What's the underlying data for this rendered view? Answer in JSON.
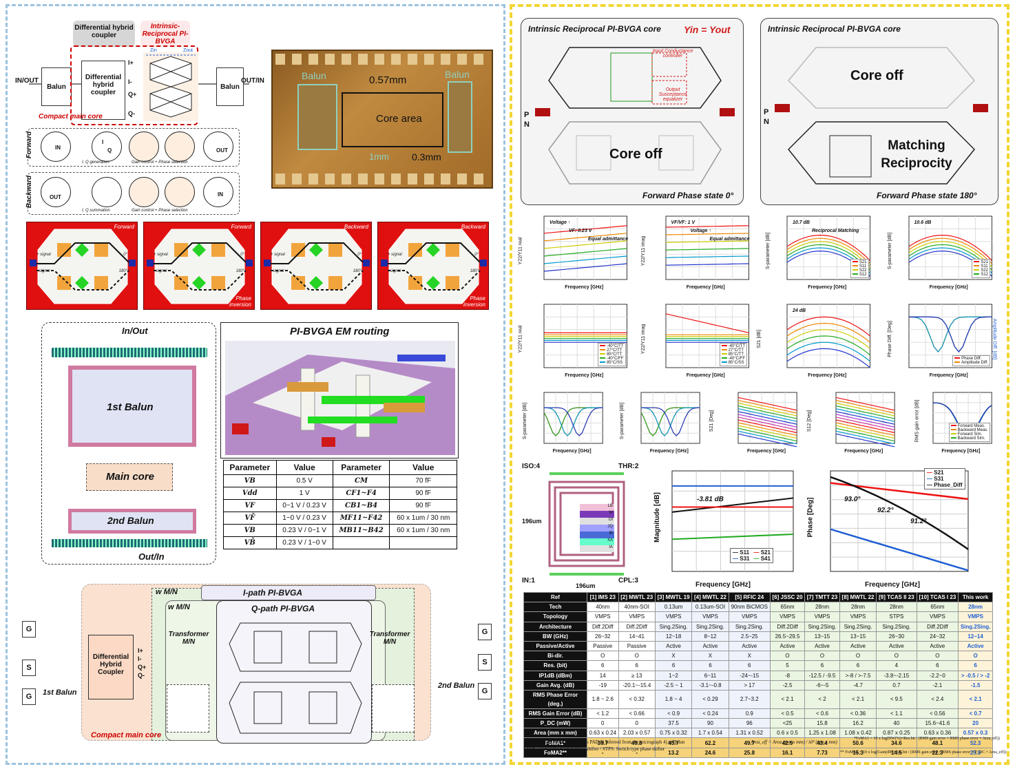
{
  "left": {
    "block": {
      "diff_hybrid_label": "Differential hybrid coupler",
      "intrinsic_label": "Intrinsic-Reciprocal PI-BVGA",
      "in_out": "IN/OUT",
      "out_in": "OUT/IN",
      "balun": "Balun",
      "coupler": "Differential hybrid coupler",
      "compact_main_core": "Compact main core",
      "ports": [
        "I+",
        "I-",
        "Q+",
        "Q-"
      ],
      "zin": "Zin",
      "zout": "Zout",
      "forward": "Forward",
      "backward": "Backward",
      "fwd_caption1": "I, Q generation",
      "fwd_caption2": "Gain control + Phase selection",
      "bwd_caption1": "I, Q summation",
      "bwd_caption2": "Gain control + Phase selection",
      "in": "IN",
      "out": "OUT",
      "i": "I",
      "q": "Q"
    },
    "die": {
      "balun_left": "Balun",
      "balun_right": "Balun",
      "dim_057": "0.57mm",
      "core_area": "Core area",
      "dim_1mm": "1mm",
      "dim_03": "0.3mm"
    },
    "em_states": [
      {
        "tag": "Forward",
        "note": ""
      },
      {
        "tag": "Forward",
        "note": "Phase inversion"
      },
      {
        "tag": "Backward",
        "note": ""
      },
      {
        "tag": "Backward",
        "note": "Phase inversion"
      }
    ],
    "em_pin_labels": [
      "0°",
      "180°",
      "+ signal",
      "- signal"
    ],
    "stack": {
      "in_out": "In/Out",
      "first_balun": "1st Balun",
      "main_core": "Main core",
      "second_balun": "2nd Balun",
      "out_in": "Out/In"
    },
    "em_routing_title": "PI-BVGA EM routing",
    "param_table": {
      "headers": [
        "Parameter",
        "Value",
        "Parameter",
        "Value"
      ],
      "rows": [
        [
          "VB",
          "0.5 V",
          "CM",
          "70 fF"
        ],
        [
          "Vdd",
          "1 V",
          "CF1~F4",
          "90 fF"
        ],
        [
          "VF",
          "0~1 V / 0.23 V",
          "CB1~B4",
          "90 fF"
        ],
        [
          "VF̄",
          "1~0 V / 0.23 V",
          "MF11~F42",
          "60 x 1um / 30 nm"
        ],
        [
          "VB",
          "0.23 V / 0~1 V",
          "MB11~B42",
          "60 x 1um / 30 nm"
        ],
        [
          "VB̄",
          "0.23 V / 1~0 V",
          "",
          ""
        ]
      ]
    },
    "bottom": {
      "w_mn": "w M/N",
      "ipath": "I-path PI-BVGA",
      "qpath": "Q-path PI-BVGA",
      "transformer_mn": "Transformer M/N",
      "coupler": "Differential Hybrid Coupler",
      "first_balun": "1st Balun",
      "second_balun": "2nd Balun",
      "compact_main_core": "Compact main core",
      "g": "G",
      "s": "S",
      "ports": [
        "I+",
        "I-",
        "Q+",
        "Q-"
      ]
    }
  },
  "right": {
    "core_left": {
      "title": "Intrinsic Reciprocal PI-BVGA core",
      "eq": "Yin = Yout",
      "input_ctrl": "Input Conductance controller",
      "output_eq": "Output Susceptance equalizer",
      "core_off": "Core off",
      "state": "Forward Phase state 0°",
      "p": "P",
      "n": "N"
    },
    "core_right": {
      "title": "Intrinsic Reciprocal PI-BVGA core",
      "core_off": "Core off",
      "matching": "Matching Reciprocity",
      "state": "Forward Phase state 180°"
    },
    "charts_row1": [
      {
        "ylabel": "Y22/Y11 real",
        "xlabel": "Frequency [GHz]",
        "notes": [
          "Voltage ↑",
          "VF: 0.23 V",
          "Equal admittance"
        ]
      },
      {
        "ylabel": "Y22/Y11 imag",
        "xlabel": "Frequency [GHz]",
        "notes": [
          "VF/VF: 1 V",
          "Voltage ↑",
          "Equal admittance"
        ]
      },
      {
        "ylabel": "S-parameter [dB]",
        "xlabel": "Frequency [GHz]",
        "notes": [
          "10.7 dB",
          "Reciprocal Matching"
        ],
        "legend": [
          "S21",
          "S11",
          "S22",
          "S12"
        ]
      },
      {
        "ylabel": "S-parameter [dB]",
        "xlabel": "Frequency [GHz]",
        "notes": [
          "10.6 dB"
        ],
        "legend": [
          "S21",
          "S11",
          "S22",
          "S12"
        ]
      }
    ],
    "charts_row2": [
      {
        "ylabel": "Y22/Y11 real",
        "xlabel": "Frequency [GHz]",
        "legend": [
          "-40°C/TT",
          "27°C/TT",
          "85°C/TT",
          "-40°C/FF",
          "85°C/SS"
        ]
      },
      {
        "ylabel": "Y22/Y11 imag",
        "xlabel": "Frequency [GHz]",
        "legend": [
          "-40°C/TT",
          "27°C/TT",
          "85°C/TT",
          "-40°C/FF",
          "85°C/SS"
        ]
      },
      {
        "ylabel": "S21 [dB]",
        "xlabel": "Frequency [GHz]",
        "notes": [
          "24 dB"
        ]
      },
      {
        "ylabel": "Phase Diff. [Deg]",
        "ylabel2": "Amplitude Diff. [dB]",
        "xlabel": "Frequency [GHz]",
        "legend": [
          "Phase Diff.",
          "Amplitude Diff."
        ]
      }
    ],
    "charts_row3": [
      {
        "ylabel": "S-parameter [dB]",
        "xlabel": "Frequency [GHz]"
      },
      {
        "ylabel": "S-parameter [dB]",
        "xlabel": "Frequency [GHz]"
      },
      {
        "ylabel": "S21 [Deg]",
        "xlabel": "Frequency [GHz]"
      },
      {
        "ylabel": "S12 [Deg]",
        "xlabel": "Frequency [GHz]"
      },
      {
        "ylabel": "RMS gain error [dB]",
        "xlabel": "Frequency [GHz]",
        "legend": [
          "Forward Meas.",
          "Backward Meas.",
          "Forward Sim.",
          "Backward Sim."
        ]
      }
    ],
    "coupler_layout": {
      "iso": "ISO:4",
      "thr": "THR:2",
      "in": "IN:1",
      "cpl": "CPL:3",
      "dim_v": "196um",
      "dim_h": "196um",
      "layers": [
        "LB",
        "W",
        "OI",
        "JQ",
        "IB",
        "XA",
        "IA"
      ]
    },
    "mag_chart": {
      "ylabel": "Magnitude [dB]",
      "xlabel": "Frequency [GHz]",
      "note": "-3.81 dB",
      "legend": [
        "S11",
        "S21",
        "S31",
        "S41"
      ]
    },
    "phase_chart": {
      "ylabel": "Phase [Deg]",
      "xlabel": "Frequency [GHz]",
      "notes": [
        "93.0°",
        "92.2°",
        "91.2°"
      ],
      "legend": [
        "S21",
        "S31",
        "Phase_Diff"
      ]
    },
    "cmp_table": {
      "header": [
        "Ref",
        "[1] IMS 23",
        "[2] MWTL 23",
        "[3] MWTL 19",
        "[4] MWTL 22",
        "[5] RFIC 24",
        "[6] JSSC 20",
        "[7] TMTT 23",
        "[8] MWTL 22",
        "[9] TCAS II 23",
        "[10] TCAS I 23",
        "This work"
      ],
      "rows": [
        [
          "Tech",
          "40nm",
          "40nm-SOI",
          "0.13um",
          "0.13um-SOI",
          "90nm BiCMOS",
          "65nm",
          "28nm",
          "28nm",
          "28nm",
          "65nm",
          "28nm"
        ],
        [
          "Topology",
          "VMPS",
          "VMPS",
          "VMPS",
          "VMPS",
          "VMPS",
          "VMPS",
          "VMPS",
          "VMPS",
          "STPS",
          "VMPS",
          "VMPS"
        ],
        [
          "Architecture",
          "Diff.2Diff",
          "Diff.2Diff",
          "Sing.2Sing.",
          "Sing.2Sing.",
          "Sing.2Sing.",
          "Diff.2Diff",
          "Sing.2Sing.",
          "Sing.2Sing.",
          "Sing.2Sing.",
          "Diff.2Diff",
          "Sing.2Sing."
        ],
        [
          "BW (GHz)",
          "26~32",
          "14~41",
          "12~18",
          "8~12",
          "2.5~25",
          "26.5~29.5",
          "13~15",
          "13~15",
          "26~30",
          "24~32",
          "12~14"
        ],
        [
          "Passive/Active",
          "Passive",
          "Passive",
          "Active",
          "Active",
          "Active",
          "Active",
          "Active",
          "Active",
          "Active",
          "Active",
          "Active"
        ],
        [
          "Bi-dir.",
          "O",
          "O",
          "X",
          "X",
          "X",
          "O",
          "O",
          "O",
          "O",
          "O",
          "O"
        ],
        [
          "Res. (bit)",
          "6",
          "6",
          "6",
          "6",
          "6",
          "5",
          "6",
          "6",
          "4",
          "6",
          "6"
        ],
        [
          "IP1dB (dBm)",
          "14",
          "≥ 13",
          "1~2",
          "6~11",
          "-24~-15",
          "-8",
          "-12.5 / -9.5",
          ">-8 / >-7.5",
          "-3.8~-2.15",
          "-2.2~0",
          "> -0.5 / > -2"
        ],
        [
          "Gain Avg. (dB)",
          "-19",
          "-20.1~-15.4",
          "-2.5 ~ 1",
          "-3.1~-0.8",
          "> 17",
          "-2.5",
          "-6~-5",
          "-4.7",
          "0.7",
          "-2.1",
          "-1.5"
        ],
        [
          "RMS Phase Error (deg.)",
          "1.8 ~ 2.6",
          "< 0.32",
          "1.8 ~ 4",
          "< 0.29",
          "2.7~3.2",
          "< 2.1",
          "< 2",
          "< 2.1",
          "< 9.5",
          "< 2.4",
          "< 2.1"
        ],
        [
          "RMS Gain Error (dB)",
          "< 1.2",
          "< 0.66",
          "< 0.9",
          "< 0.24",
          "0.9",
          "< 0.5",
          "< 0.6",
          "< 0.36",
          "< 1.1",
          "< 0.56",
          "< 0.7"
        ],
        [
          "P_DC (mW)",
          "0",
          "0",
          "37.5",
          "90",
          "96",
          "<25",
          "15.8",
          "16.2",
          "40",
          "15.6~41.6",
          "20"
        ],
        [
          "Area (mm x mm)",
          "0.63 x 0.24",
          "2.03 x 0.57",
          "0.75 x 0.32",
          "1.7 x 0.54",
          "1.31 x 0.52",
          "0.6 x 0.5",
          "1.25 x 1.08",
          "1.08 x 0.42",
          "0.87 x 0.25",
          "0.63 x 0.36",
          "0.57 x 0.3"
        ],
        [
          "FoMA1*",
          "39.7",
          "49.8",
          "45.7",
          "62.2",
          "49.7",
          "42.9",
          "43.4",
          "50.6",
          "34.6",
          "48.1",
          "52.3"
        ],
        [
          "FoMA2**",
          "-",
          "-",
          "13.2",
          "24.6",
          "25.8",
          "16.1",
          "7.73",
          "15.3",
          "14.5",
          "22.3",
          "25.9"
        ]
      ],
      "footnote1": "1) wo / Balun (Diff to Diff)   2) wo PAD   3) Inferred from the micrograph   4) w/Balun",
      "footnote2": "VMPS: Vector modulated phase shifter / STPS: Switch type phase shifter",
      "area_eff": "Area_eff = Area (mm x mm) / λ0² (mm x mm)",
      "fom1": "*FoMA1 = 10 x log(BW(%)×Res.bit / (RMS gain error × RMS phase error × Area_eff))",
      "fom2": "** FoMA2 = 10 x log(Gain(dB)×Res.bit / (RMS gain error × RMS phase error × P_DC × Area_eff))"
    }
  },
  "colors": {
    "left_border": "#9cc3df",
    "right_border": "#f3d632",
    "accent_red": "#d11a1a",
    "accent_blue": "#1f5fd1"
  }
}
